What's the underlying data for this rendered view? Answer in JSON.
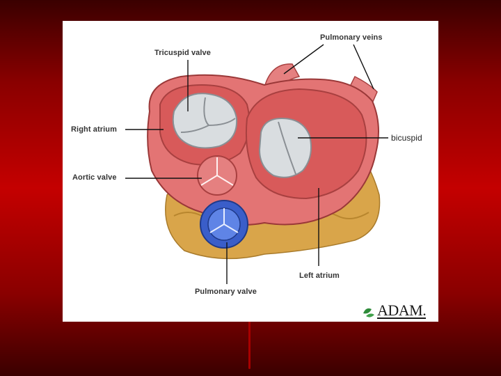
{
  "labels": {
    "tricuspid_valve": "Tricuspid valve",
    "pulmonary_veins": "Pulmonary veins",
    "right_atrium": "Right atrium",
    "bicuspid": "bicuspid",
    "aortic_valve": "Aortic valve",
    "left_atrium": "Left atrium",
    "pulmonary_valve": "Pulmonary valve"
  },
  "logo": {
    "text": "ADAM."
  },
  "colors": {
    "background": "#c40000",
    "tissue": "#e06a6a",
    "valve_blue": "#3a5ec9",
    "fat": "#d9a54a"
  }
}
